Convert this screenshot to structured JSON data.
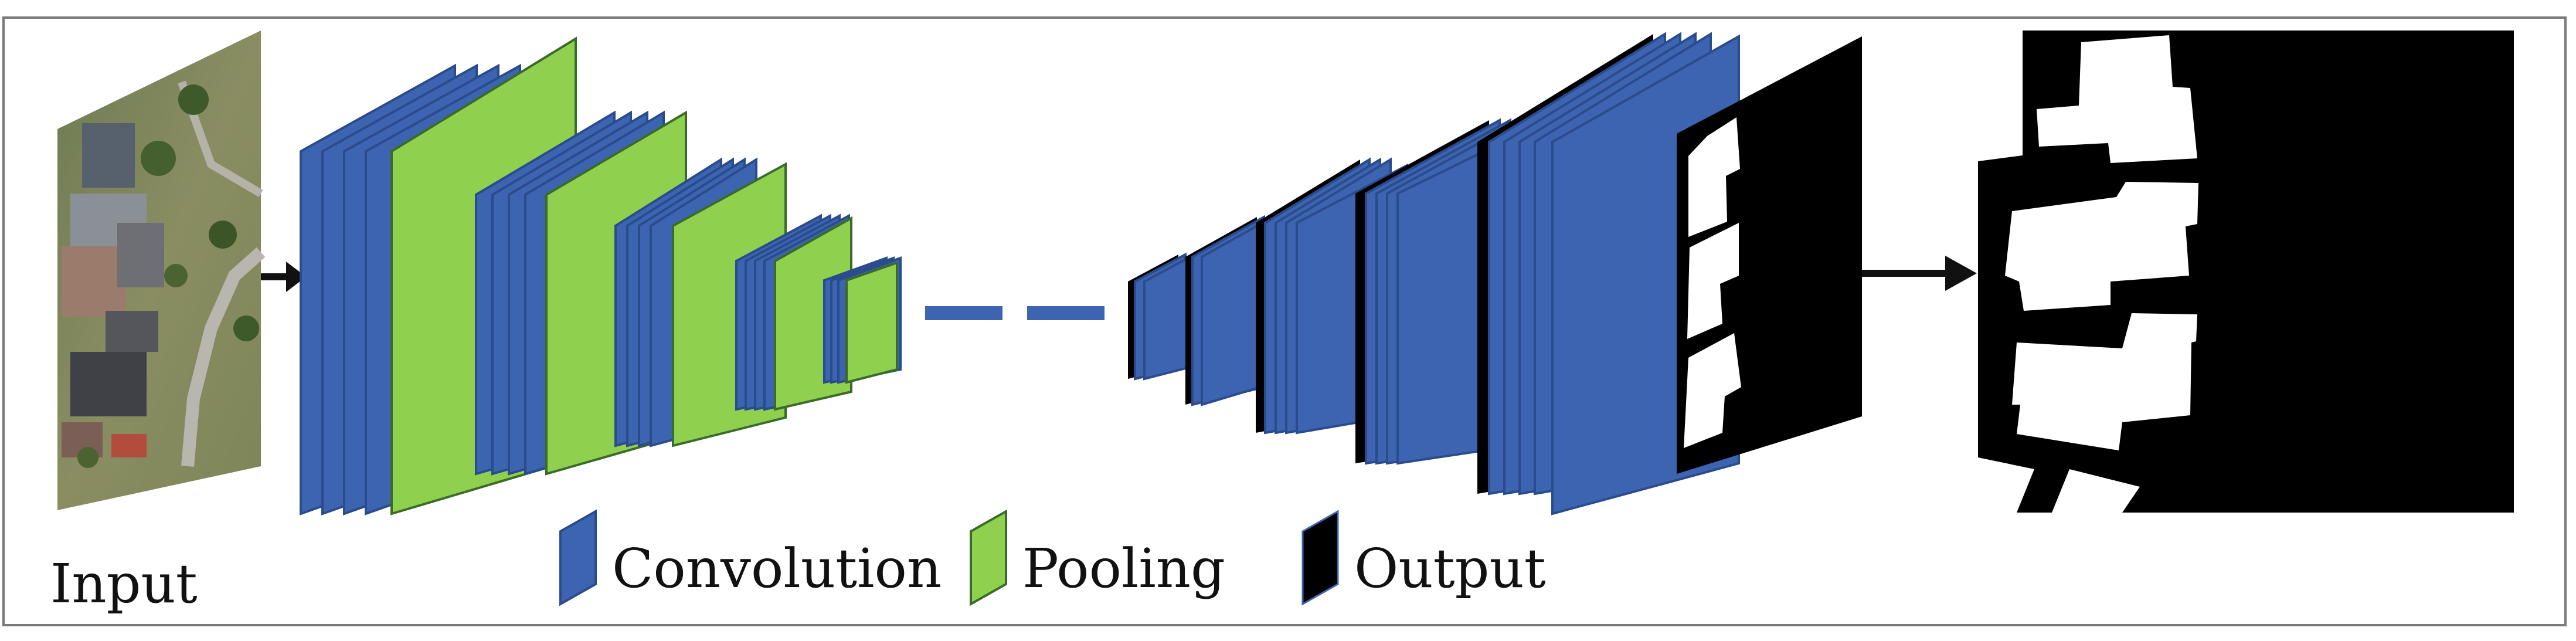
{
  "labels": {
    "input": "Input"
  },
  "legend": [
    {
      "key": "convolution",
      "label": "Convolution",
      "color": "#3d64b0"
    },
    {
      "key": "pooling",
      "label": "Pooling",
      "color": "#8fd14f"
    },
    {
      "key": "output",
      "label": "Output",
      "color": "#000000"
    }
  ],
  "colors": {
    "convolution": "#3d64b0",
    "convolution_edge": "#2a4b8c",
    "pooling": "#8fd14f",
    "pooling_edge": "#3a6b2a",
    "output": "#000000",
    "mask_white": "#ffffff",
    "arrow": "#111111",
    "frame": "#7a7a7a"
  }
}
